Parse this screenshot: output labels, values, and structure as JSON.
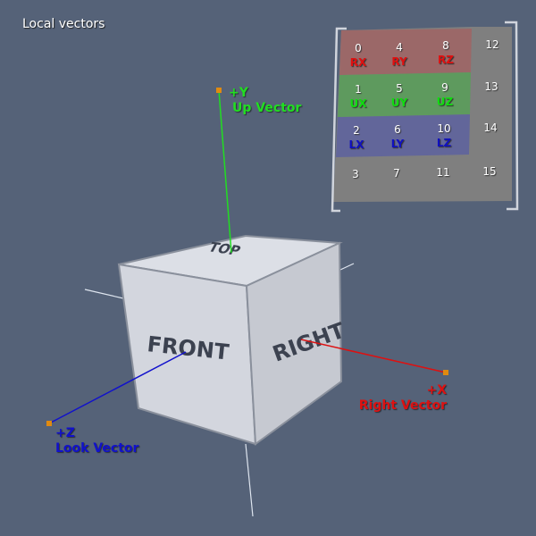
{
  "title": "Local vectors",
  "colors": {
    "background": "#556278",
    "up": "#22dd22",
    "right": "#dd1111",
    "look": "#1111cc",
    "endpoint": "#e08a10",
    "row_right": "#9b6868",
    "row_up": "#5e9a5e",
    "row_look": "#62669a",
    "matrix_bg": "#7f7f7f"
  },
  "cube": {
    "faces": {
      "top": "TOP",
      "front": "FRONT",
      "right": "RIGHT"
    }
  },
  "vectors": {
    "up": {
      "axis": "+Y",
      "name": "Up Vector"
    },
    "right": {
      "axis": "+X",
      "name": "Right Vector"
    },
    "look": {
      "axis": "+Z",
      "name": "Look Vector"
    }
  },
  "matrix": {
    "cells": [
      {
        "index": "0",
        "symbol": "RX"
      },
      {
        "index": "4",
        "symbol": "RY"
      },
      {
        "index": "8",
        "symbol": "RZ"
      },
      {
        "index": "12",
        "symbol": ""
      },
      {
        "index": "1",
        "symbol": "UX"
      },
      {
        "index": "5",
        "symbol": "UY"
      },
      {
        "index": "9",
        "symbol": "UZ"
      },
      {
        "index": "13",
        "symbol": ""
      },
      {
        "index": "2",
        "symbol": "LX"
      },
      {
        "index": "6",
        "symbol": "LY"
      },
      {
        "index": "10",
        "symbol": "LZ"
      },
      {
        "index": "14",
        "symbol": ""
      },
      {
        "index": "3",
        "symbol": ""
      },
      {
        "index": "7",
        "symbol": ""
      },
      {
        "index": "11",
        "symbol": ""
      },
      {
        "index": "15",
        "symbol": ""
      }
    ]
  }
}
